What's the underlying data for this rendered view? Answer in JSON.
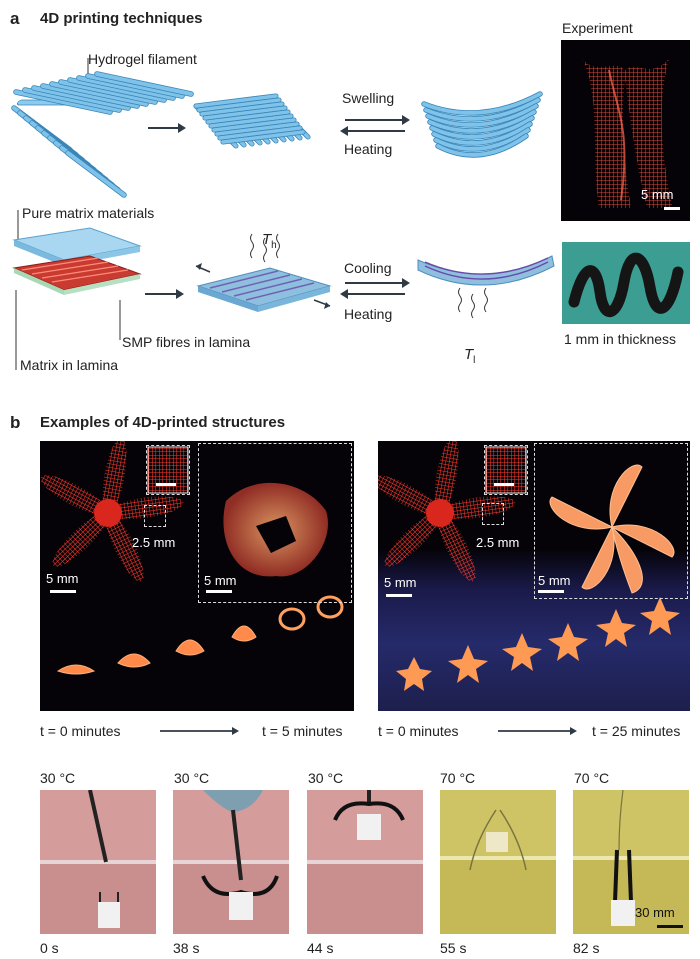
{
  "panel_a": {
    "letter": "a",
    "title": "4D printing techniques",
    "row1": {
      "label_filament": "Hydrogel filament",
      "arrow_top": "Swelling",
      "arrow_bottom": "Heating",
      "experiment_label": "Experiment",
      "scale": "5 mm"
    },
    "row2": {
      "label_pure": "Pure matrix materials",
      "label_smp": "SMP fibres in lamina",
      "label_matrix": "Matrix in lamina",
      "th_main": "T",
      "th_sub": "h",
      "tl_main": "T",
      "tl_sub": "l",
      "arrow_top": "Cooling",
      "arrow_bottom": "Heating",
      "thickness": "1 mm in thickness"
    }
  },
  "panel_b": {
    "letter": "b",
    "title": "Examples of 4D-printed structures",
    "left": {
      "inset_scale": "2.5 mm",
      "scale_main": "5 mm",
      "scale_zoom": "5 mm",
      "t_start": "t = 0 minutes",
      "t_end": "t = 5 minutes"
    },
    "right": {
      "inset_scale": "2.5 mm",
      "scale_main": "5 mm",
      "scale_zoom": "5 mm",
      "t_start": "t = 0 minutes",
      "t_end": "t = 25 minutes"
    },
    "frames": [
      {
        "temp": "30 °C",
        "time": "0 s"
      },
      {
        "temp": "30 °C",
        "time": "38 s"
      },
      {
        "temp": "30 °C",
        "time": "44 s"
      },
      {
        "temp": "70 °C",
        "time": "55 s"
      },
      {
        "temp": "70 °C",
        "time": "82 s"
      }
    ],
    "frame_scale": "30 mm"
  },
  "colors": {
    "filament_blue": "#7fc3ea",
    "filament_edge": "#3a86b8",
    "fibre_red": "#d8352a",
    "glow_red": "#ff3a2a",
    "pink_tank": "#d9a0a0",
    "yellow_tank": "#c9bf5a"
  }
}
